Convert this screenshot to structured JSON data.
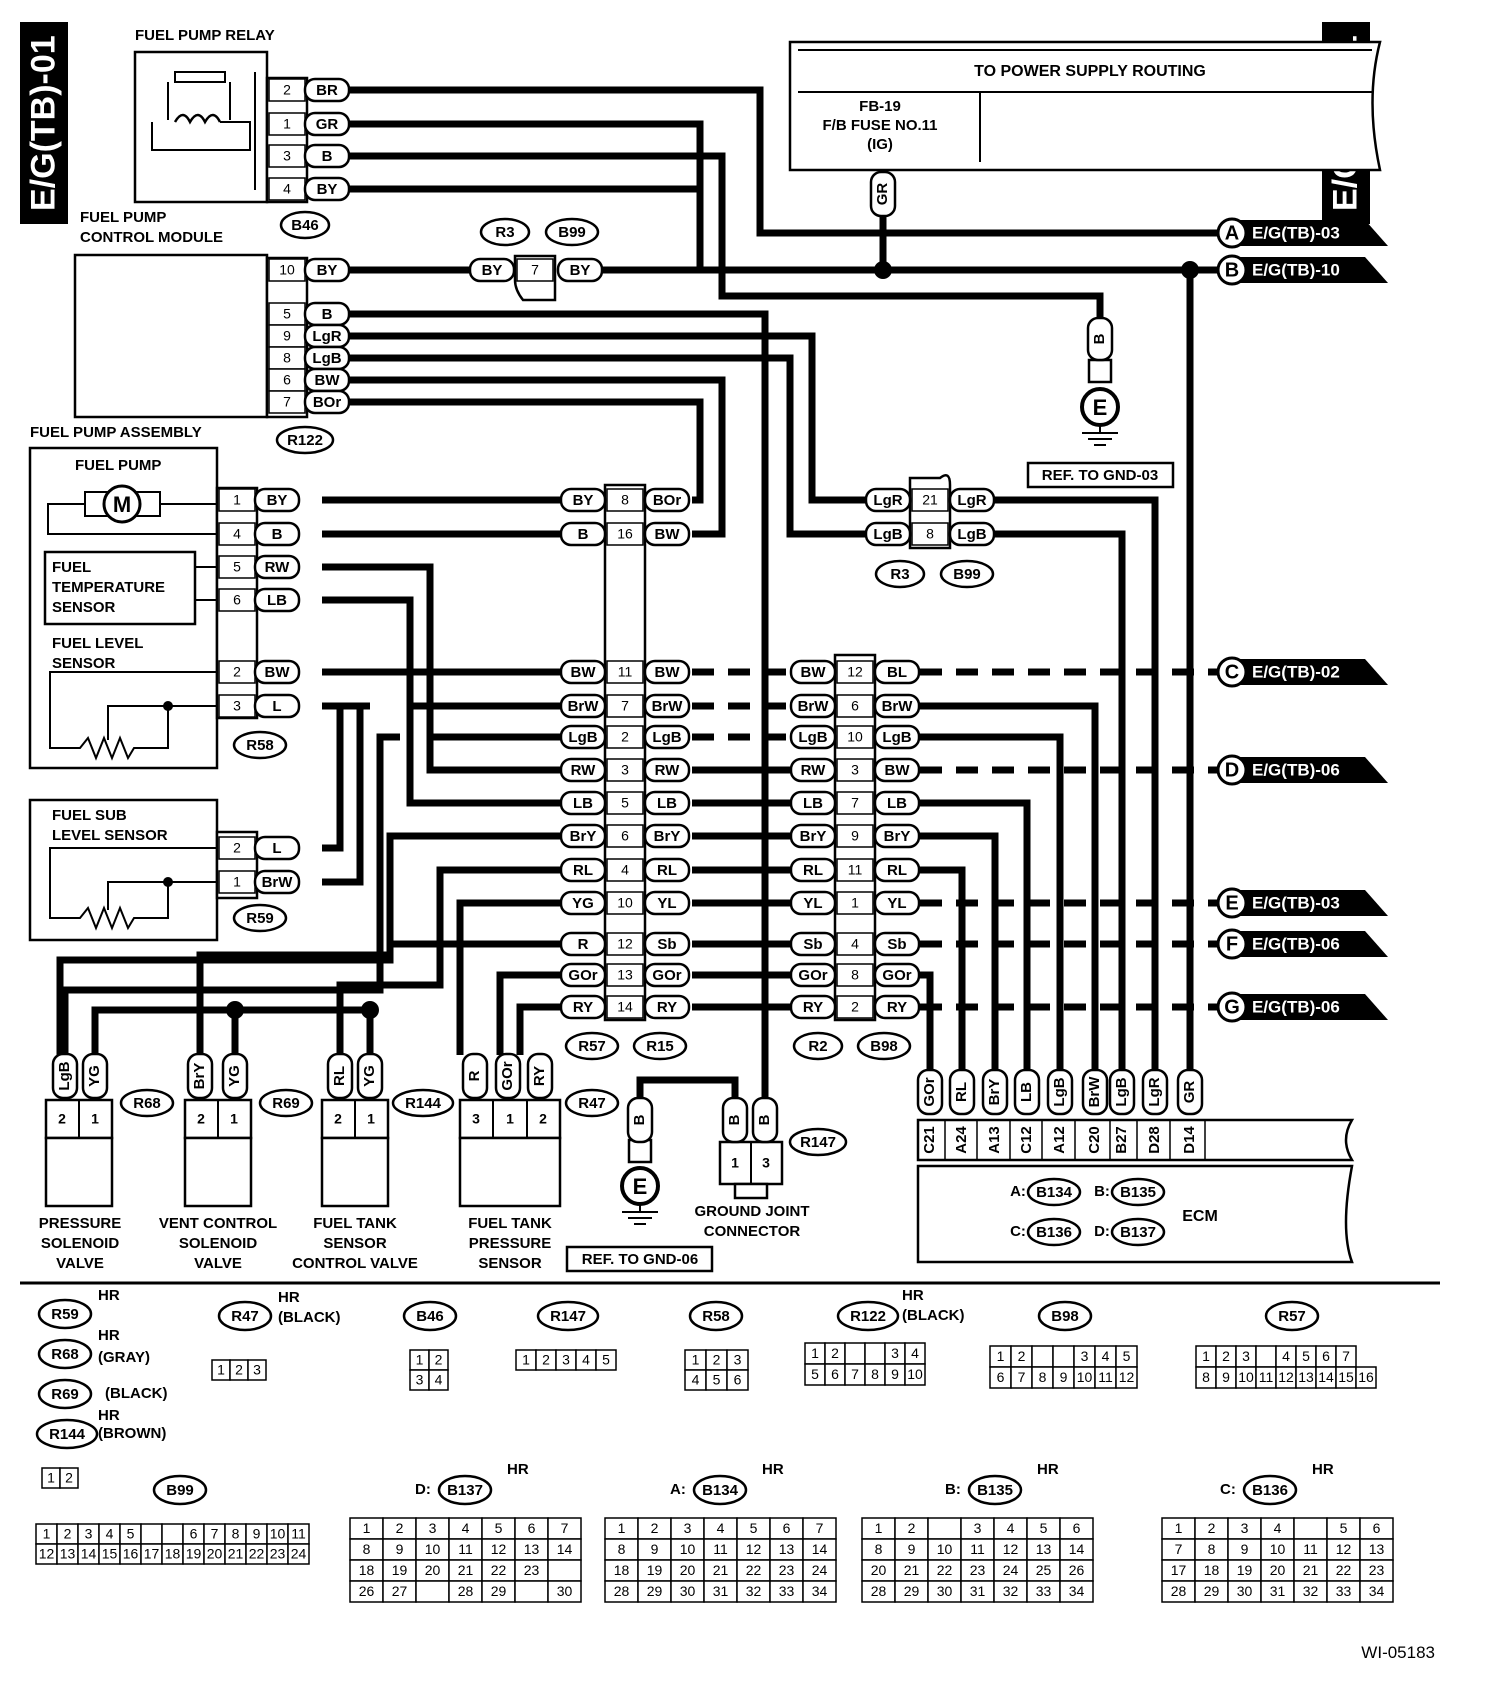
{
  "page_tag": "E/G(TB)-01",
  "figure_id": "WI-05183",
  "power_supply": {
    "title": "TO POWER SUPPLY ROUTING",
    "fuse_line1": "FB-19",
    "fuse_line2": "F/B FUSE NO.11",
    "fuse_line3": "(IG)",
    "wire": "GR"
  },
  "arrows": [
    {
      "letter": "A",
      "ref": "E/G(TB)-03"
    },
    {
      "letter": "B",
      "ref": "E/G(TB)-10"
    },
    {
      "letter": "C",
      "ref": "E/G(TB)-02"
    },
    {
      "letter": "D",
      "ref": "E/G(TB)-06"
    },
    {
      "letter": "E",
      "ref": "E/G(TB)-03"
    },
    {
      "letter": "F",
      "ref": "E/G(TB)-06"
    },
    {
      "letter": "G",
      "ref": "E/G(TB)-06"
    }
  ],
  "components": {
    "fuel_pump_relay": "FUEL PUMP RELAY",
    "fuel_pump_control_module_1": "FUEL PUMP",
    "fuel_pump_control_module_2": "CONTROL MODULE",
    "fuel_pump_assembly": "FUEL PUMP ASSEMBLY",
    "fuel_pump": "FUEL PUMP",
    "motor": "M",
    "fuel_temp_1": "FUEL",
    "fuel_temp_2": "TEMPERATURE",
    "fuel_temp_3": "SENSOR",
    "fuel_level_1": "FUEL LEVEL",
    "fuel_level_2": "SENSOR",
    "fuel_sub_1": "FUEL SUB",
    "fuel_sub_2": "LEVEL SENSOR",
    "pressure_valve_1": "PRESSURE",
    "pressure_valve_2": "SOLENOID",
    "pressure_valve_3": "VALVE",
    "vent_valve_1": "VENT CONTROL",
    "vent_valve_2": "SOLENOID",
    "vent_valve_3": "VALVE",
    "tank_sensor_valve_1": "FUEL TANK",
    "tank_sensor_valve_2": "SENSOR",
    "tank_sensor_valve_3": "CONTROL VALVE",
    "tank_pressure_1": "FUEL TANK",
    "tank_pressure_2": "PRESSURE",
    "tank_pressure_3": "SENSOR",
    "ground_joint_1": "GROUND JOINT",
    "ground_joint_2": "CONNECTOR",
    "ecm": "ECM",
    "ground_symbol": "E",
    "ref_gnd03": "REF. TO GND-03",
    "ref_gnd06": "REF. TO GND-06"
  },
  "connector_ids": {
    "B46": "B46",
    "R3": "R3",
    "B99": "B99",
    "R122": "R122",
    "R58": "R58",
    "R59": "R59",
    "R57": "R57",
    "R15": "R15",
    "R2": "R2",
    "B98": "B98",
    "R68": "R68",
    "R69": "R69",
    "R144": "R144",
    "R47": "R47",
    "R147": "R147",
    "B134": "B134",
    "B135": "B135",
    "B136": "B136",
    "B137": "B137"
  },
  "ecm_pins": [
    {
      "pin": "C21",
      "wire": "GOr"
    },
    {
      "pin": "A24",
      "wire": "RL"
    },
    {
      "pin": "A13",
      "wire": "BrY"
    },
    {
      "pin": "C12",
      "wire": "LB"
    },
    {
      "pin": "A12",
      "wire": "LgB"
    },
    {
      "pin": "C20",
      "wire": "BrW"
    },
    {
      "pin": "B27",
      "wire": "LgB"
    },
    {
      "pin": "D28",
      "wire": "LgR"
    },
    {
      "pin": "D14",
      "wire": "GR"
    }
  ],
  "ecm_connectors": {
    "a": "A:",
    "b": "B:",
    "c": "C:",
    "d": "D:"
  },
  "legend": {
    "hr": "HR",
    "gray": "(GRAY)",
    "black": "(BLACK)",
    "brown": "(BROWN)",
    "d_prefix": "D:",
    "a_prefix": "A:",
    "b_prefix": "B:",
    "c_prefix": "C:"
  }
}
